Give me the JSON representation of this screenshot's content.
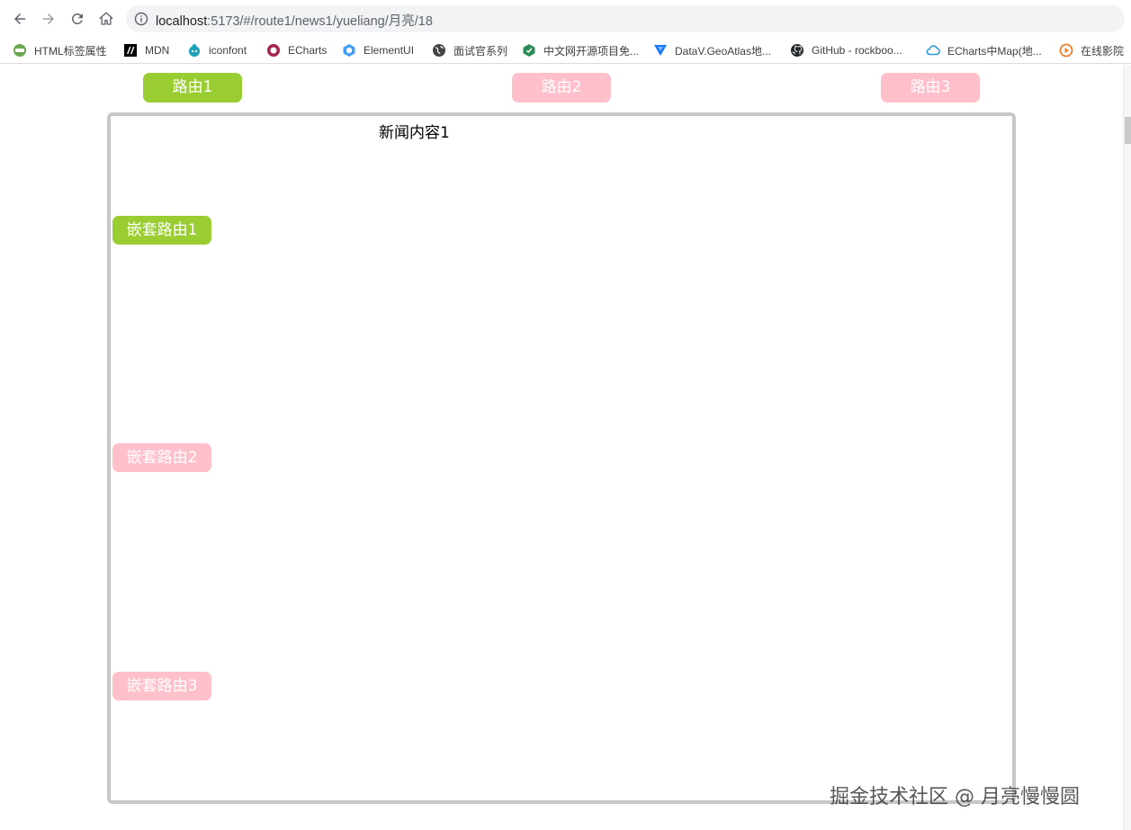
{
  "browser": {
    "url_host": "localhost",
    "url_path": ":5173/#/route1/news1/yueliang/月亮/18",
    "bookmarks": [
      {
        "label": "HTML标签属性",
        "icon": "html-bookmark-icon",
        "color": "#5a9a3a"
      },
      {
        "label": "MDN",
        "icon": "mdn-icon",
        "color": "#000000"
      },
      {
        "label": "iconfont",
        "icon": "iconfont-icon",
        "color": "#1aa3b8"
      },
      {
        "label": "ECharts",
        "icon": "echarts-icon",
        "color": "#a4244c"
      },
      {
        "label": "ElementUI",
        "icon": "elementui-icon",
        "color": "#409eff"
      },
      {
        "label": "面试官系列",
        "icon": "globe-icon",
        "color": "#444444"
      },
      {
        "label": "中文网开源项目免...",
        "icon": "cube-icon",
        "color": "#2e8b57"
      },
      {
        "label": "DataV.GeoAtlas地...",
        "icon": "datav-icon",
        "color": "#1677ff"
      },
      {
        "label": "GitHub - rockboo...",
        "icon": "github-icon",
        "color": "#24292e"
      },
      {
        "label": "ECharts中Map(地...",
        "icon": "cloud-icon",
        "color": "#2b9ce0"
      },
      {
        "label": "在线影院",
        "icon": "play-icon",
        "color": "#f07c2a"
      }
    ]
  },
  "routes": [
    {
      "label": "路由1",
      "active": true
    },
    {
      "label": "路由2",
      "active": false
    },
    {
      "label": "路由3",
      "active": false
    }
  ],
  "news": {
    "title": "新闻内容1",
    "nested": [
      {
        "label": "嵌套路由1",
        "active": true
      },
      {
        "label": "嵌套路由2",
        "active": false
      },
      {
        "label": "嵌套路由3",
        "active": false
      }
    ]
  },
  "watermark": "掘金技术社区 @ 月亮慢慢圆",
  "colors": {
    "active": "#9acd32",
    "inactive": "#ffc0cb",
    "border": "#c8c8c8"
  }
}
